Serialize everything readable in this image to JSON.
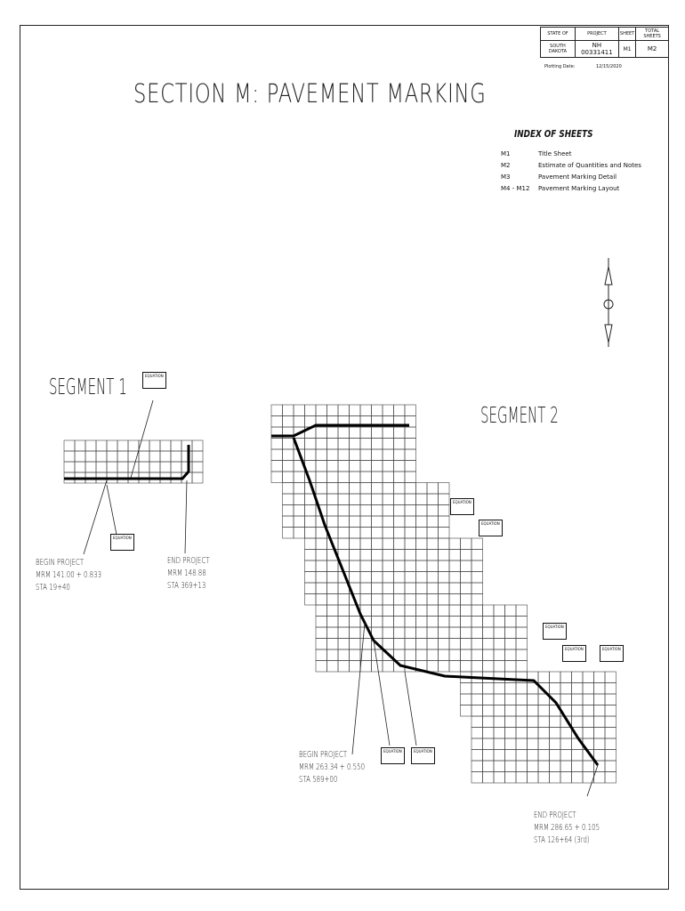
{
  "title_block": {
    "state_label": "STATE OF",
    "state_value": "SOUTH DAKOTA",
    "project_label": "PROJECT",
    "project_value": "NH 00331411",
    "sheet_label": "SHEET",
    "sheet_value": "M1",
    "total_label": "TOTAL SHEETS",
    "total_value": "M2",
    "plotting_label": "Plotting Date:",
    "plotting_value": "12/15/2020"
  },
  "title": "SECTION M: PAVEMENT MARKING",
  "index": {
    "heading": "INDEX OF SHEETS",
    "rows": [
      {
        "code": "M1",
        "desc": "Title Sheet"
      },
      {
        "code": "M2",
        "desc": "Estimate of Quantities and Notes"
      },
      {
        "code": "M3",
        "desc": "Pavement Marking Detail"
      },
      {
        "code": "M4 - M12",
        "desc": "Pavement Marking Layout"
      }
    ]
  },
  "segment1": {
    "label": "SEGMENT 1",
    "equation_label": "EQUATION",
    "begin": [
      "BEGIN PROJECT",
      "MRM 141.00 + 0.833",
      "STA 19+40"
    ],
    "end": [
      "END PROJECT",
      "MRM 148.88",
      "STA 369+13"
    ]
  },
  "segment2": {
    "label": "SEGMENT 2",
    "equation_label": "EQUATION",
    "begin": [
      "BEGIN PROJECT",
      "MRM 263.34 + 0.550",
      "STA 589+00"
    ],
    "end": [
      "END PROJECT",
      "MRM 286.65 + 0.105",
      "STA 126+64 (3rd)"
    ]
  }
}
